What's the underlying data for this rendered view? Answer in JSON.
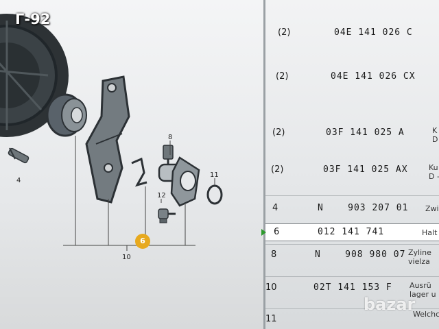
{
  "overlay_title": "Г-92",
  "watermark": "bazar",
  "diagram": {
    "callouts": {
      "c4": "4",
      "c6": "6",
      "c8": "8",
      "c10": "10",
      "c11": "11",
      "c12": "12"
    }
  },
  "parts": [
    {
      "qty": "(2)",
      "part_no": "04E 141 026 C",
      "desc": ""
    },
    {
      "qty": "(2)",
      "part_no": "04E 141 026 CX",
      "desc": ""
    },
    {
      "qty": "(2)",
      "part_no": "03F 141 025 A",
      "desc": "K\nD"
    },
    {
      "qty": "(2)",
      "part_no": "03F 141 025 AX",
      "desc": "Ku\nD -"
    },
    {
      "qty": "4",
      "part_no": "N    903 207 01",
      "desc": "Zwi"
    },
    {
      "qty": "6",
      "part_no": "012 141 741",
      "desc": "Halt"
    },
    {
      "qty": "8",
      "part_no": "N    908 980 07",
      "desc": "Zyline\nvielza"
    },
    {
      "qty": "10",
      "part_no": "02T 141 153 F",
      "desc": "Ausrü\nlager u"
    },
    {
      "qty": "11",
      "part_no": "",
      "desc": "Welchc"
    }
  ],
  "colors": {
    "selection_marker": "#2e9a2e",
    "callout_highlight": "#e7a91e"
  }
}
